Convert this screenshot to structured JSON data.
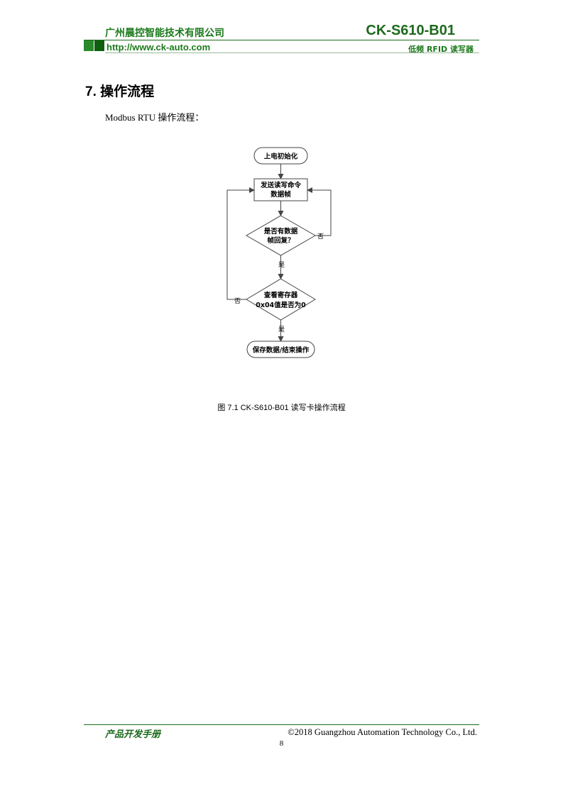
{
  "header": {
    "company": "广州晨控智能技术有限公司",
    "model": "CK-S610-B01",
    "url": "http://www.ck-auto.com",
    "subtitle": "低频 RFID 读写器",
    "brand_color": "#1c7a1c"
  },
  "section": {
    "title": "7. 操作流程",
    "intro": "Modbus RTU 操作流程："
  },
  "flowchart": {
    "start": "上电初始化",
    "send_line1": "发送读写命令",
    "send_line2": "数据帧",
    "check_line1": "是否有数据",
    "check_line2": "帧回复？",
    "reg_line1": "查看寄存器",
    "reg_line2": "0x04值是否为0",
    "end": "保存数据/结束操作",
    "yes1": "是",
    "yes2": "是",
    "no1": "否",
    "no2": "否"
  },
  "caption": "图  7.1 CK-S610-B01 读写卡操作流程",
  "footer": {
    "left": "产品开发手册",
    "right": "©2018 Guangzhou Automation Technology Co., Ltd.",
    "page": "8"
  }
}
